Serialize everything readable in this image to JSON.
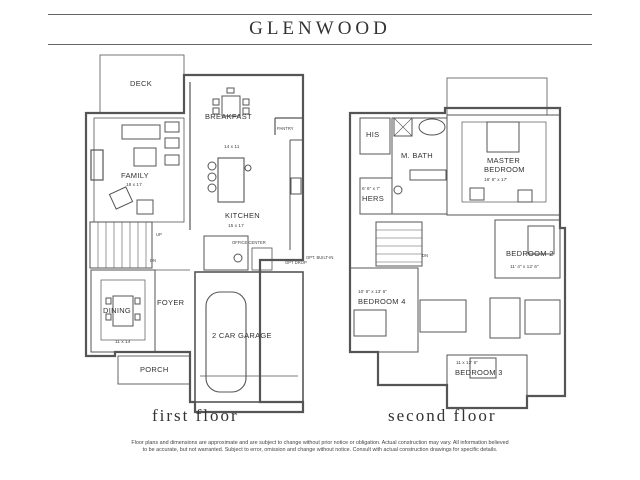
{
  "title": "GLENWOOD",
  "first_floor": {
    "caption": "first floor",
    "rooms": {
      "deck": "DECK",
      "breakfast": "BREAKFAST",
      "breakfast_dim": "14 x 11",
      "pantry": "PANTRY",
      "family": "FAMILY",
      "family_dim": "18 x 17",
      "kitchen": "KITCHEN",
      "kitchen_dim": "15 x 17",
      "office_center": "OFFICE CENTER",
      "opt_built_in": "OPT. BUILT-IN",
      "opt_drop": "OPT DROP",
      "dining": "DINING",
      "dining_dim": "11 x 14",
      "foyer": "FOYER",
      "garage": "2 CAR GARAGE",
      "porch": "PORCH",
      "up": "UP",
      "dn": "DN"
    }
  },
  "second_floor": {
    "caption": "second floor",
    "rooms": {
      "his": "HIS",
      "hers": "HERS",
      "hers_dim": "6' 6\" x 7'",
      "m_bath": "M. BATH",
      "master_bedroom_1": "MASTER",
      "master_bedroom_2": "BEDROOM",
      "master_dim": "16' 6\" x 17'",
      "bedroom2": "BEDROOM 2",
      "bedroom2_dim": "11' 4\" x 12' 6\"",
      "bedroom4": "BEDROOM 4",
      "bedroom4_dim": "10' 6\" x 13' 6\"",
      "bedroom3": "BEDROOM 3",
      "bedroom3_dim": "11 x 12' 6\"",
      "dn": "DN"
    }
  },
  "disclaimer_line1": "Floor plans and dimensions are approximate and are subject to change without prior notice or obligation. Actual construction may vary. All information believed",
  "disclaimer_line2": "to be accurate, but not warranted. Subject to error, omission and change without notice. Consult with actual construction drawings for specific details."
}
